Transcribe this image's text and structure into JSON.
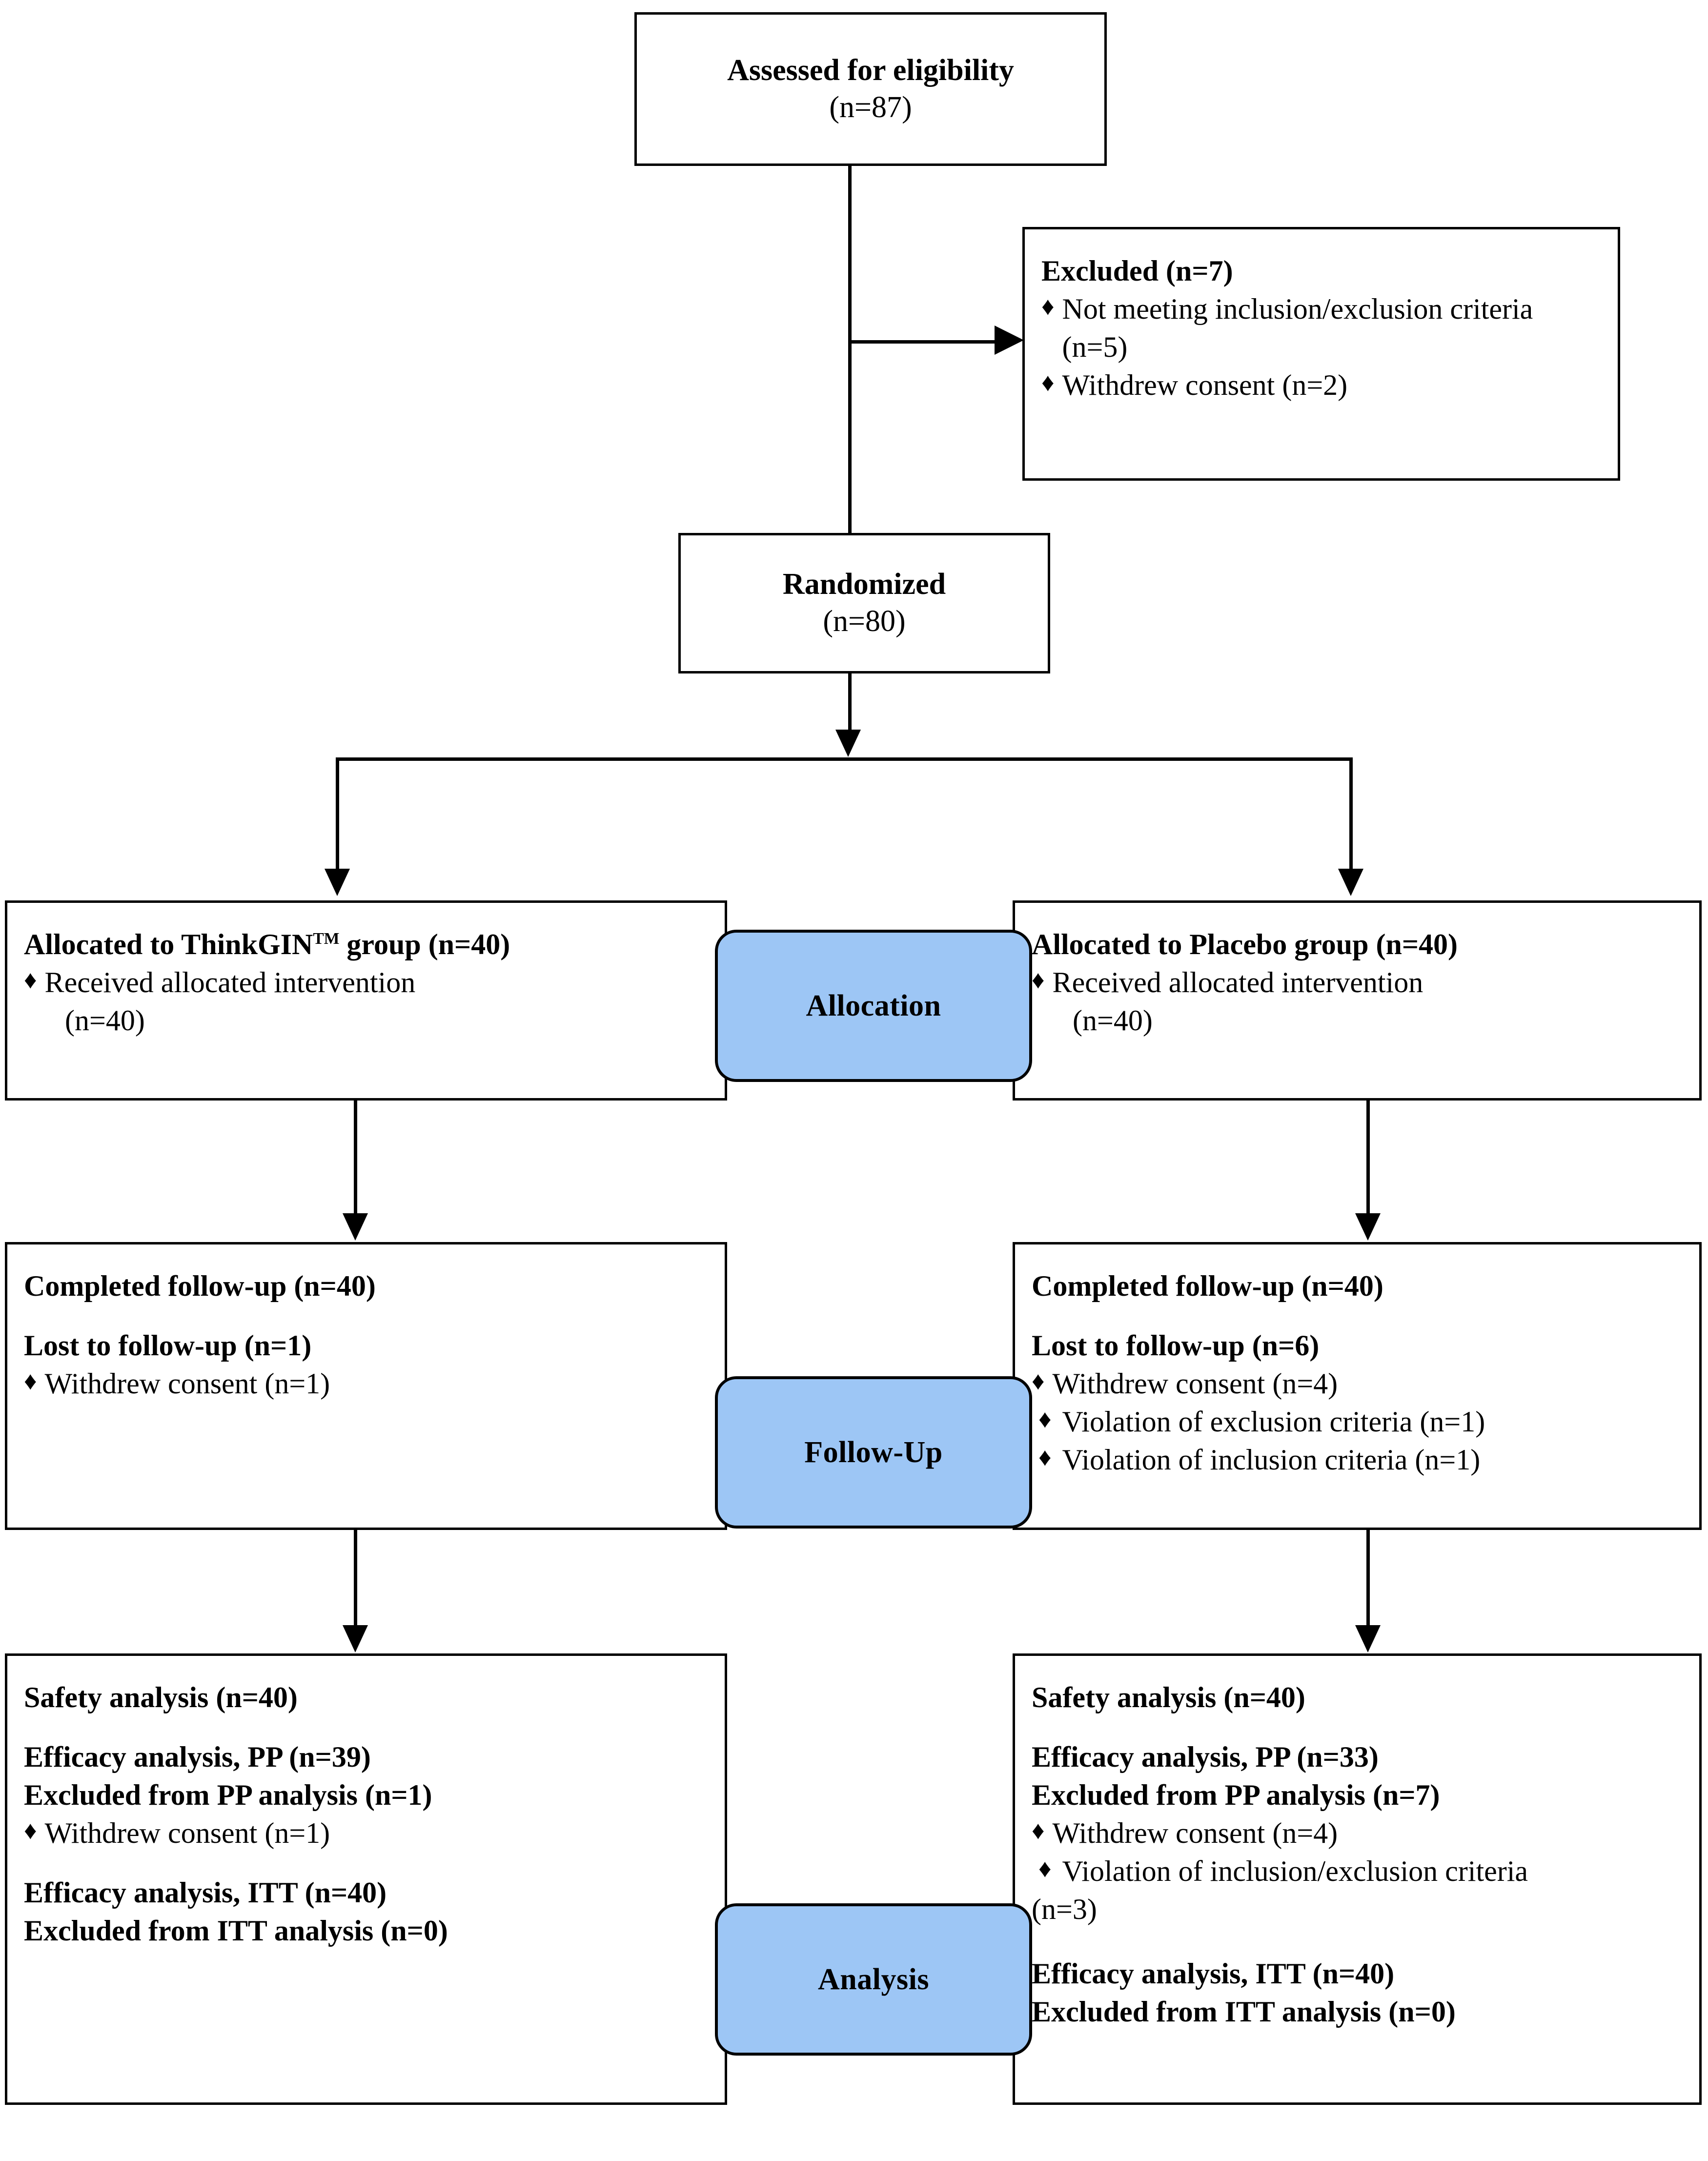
{
  "diagram": {
    "type": "CONSORT participant flow diagram",
    "accent_color": "#9DC6F5",
    "border_color": "#000000",
    "background_color": "#ffffff"
  },
  "enrollment": {
    "assessed": {
      "title": "Assessed for eligibility",
      "count": "(n=87)"
    },
    "excluded": {
      "title": "Excluded (n=7)",
      "items": [
        "Not meeting inclusion/exclusion criteria (n=5)",
        "Withdrew consent (n=2)"
      ],
      "bullet": "♦"
    },
    "randomized": {
      "title": "Randomized",
      "count": "(n=80)"
    }
  },
  "stage_labels": {
    "allocation": "Allocation",
    "follow_up": "Follow-Up",
    "analysis": "Analysis"
  },
  "allocation": {
    "left": {
      "title_pre": "Allocated to ThinkGIN",
      "title_tm": "TM",
      "title_post": " group (n=40)",
      "items": [
        "Received allocated intervention"
      ],
      "item_counts": [
        "(n=40)"
      ],
      "bullet": "♦"
    },
    "right": {
      "title": "Allocated to Placebo group (n=40)",
      "items": [
        "Received allocated intervention"
      ],
      "item_counts": [
        "(n=40)"
      ],
      "bullet": "♦"
    }
  },
  "follow_up": {
    "left": {
      "completed": "Completed follow-up (n=40)",
      "lost": "Lost to follow-up (n=1)",
      "items": [
        "Withdrew consent (n=1)"
      ],
      "bullet": "♦"
    },
    "right": {
      "completed": "Completed follow-up (n=40)",
      "lost": "Lost to follow-up (n=6)",
      "items": [
        "Withdrew consent (n=4)",
        "Violation of exclusion criteria (n=1)",
        "Violation of inclusion criteria (n=1)"
      ],
      "bullet": "♦"
    }
  },
  "analysis": {
    "left": {
      "safety": "Safety analysis (n=40)",
      "pp": "Efficacy analysis, PP (n=39)",
      "pp_excluded": "Excluded from PP analysis (n=1)",
      "pp_items": [
        "Withdrew consent (n=1)"
      ],
      "itt": "Efficacy analysis, ITT (n=40)",
      "itt_excluded": "Excluded from ITT analysis (n=0)",
      "bullet": "♦"
    },
    "right": {
      "safety": "Safety analysis (n=40)",
      "pp": "Efficacy analysis, PP (n=33)",
      "pp_excluded": "Excluded from PP analysis (n=7)",
      "pp_items": [
        "Withdrew consent (n=4)",
        "Violation of inclusion/exclusion criteria"
      ],
      "pp_items_tail": "(n=3)",
      "itt": "Efficacy analysis, ITT (n=40)",
      "itt_excluded": "Excluded from ITT analysis (n=0)",
      "bullet": "♦"
    }
  }
}
